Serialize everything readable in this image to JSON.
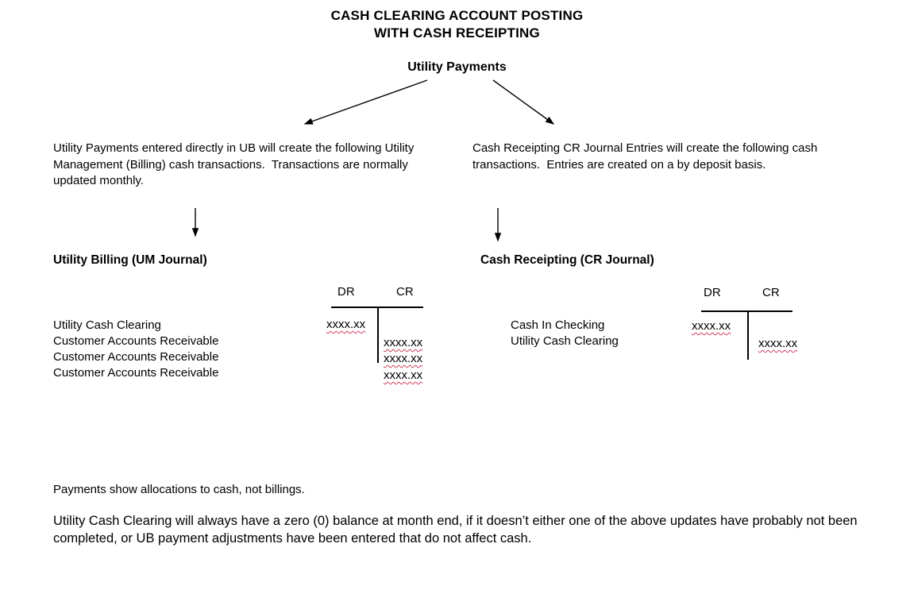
{
  "page": {
    "title_line1": "CASH CLEARING ACCOUNT POSTING",
    "title_line2": "WITH CASH RECEIPTING",
    "subtitle": "Utility Payments"
  },
  "left_branch": {
    "description": "Utility Payments entered directly in UB will create the following Utility Management (Billing) cash transactions.  Transactions are normally updated monthly.",
    "heading": "Utility Billing (UM Journal)",
    "taccount": {
      "dr_header": "DR",
      "cr_header": "CR",
      "rows": [
        {
          "label": "Utility Cash Clearing",
          "dr": "xxxx.xx",
          "cr": ""
        },
        {
          "label": "Customer Accounts Receivable",
          "dr": "",
          "cr": "xxxx.xx"
        },
        {
          "label": "Customer Accounts Receivable",
          "dr": "",
          "cr": "xxxx.xx"
        },
        {
          "label": "Customer Accounts Receivable",
          "dr": "",
          "cr": "xxxx.xx"
        }
      ]
    }
  },
  "right_branch": {
    "description": "Cash Receipting CR Journal Entries will create the following cash transactions.  Entries are created on a by deposit basis.",
    "heading": "Cash Receipting (CR Journal)",
    "taccount": {
      "dr_header": "DR",
      "cr_header": "CR",
      "rows": [
        {
          "label": "Cash In Checking",
          "dr": "xxxx.xx",
          "cr": ""
        },
        {
          "label": "Utility Cash Clearing",
          "dr": "",
          "cr": "xxxx.xx"
        }
      ]
    }
  },
  "footer": {
    "note": "Payments show allocations to cash, not billings.",
    "paragraph": "Utility Cash Clearing will always have a zero (0) balance at month end, if it doesn’t either one of the above updates have probably not been completed, or UB payment adjustments have been entered that do not affect cash."
  },
  "colors": {
    "squiggle": "#d23c5e",
    "text": "#000000",
    "background": "#ffffff"
  }
}
